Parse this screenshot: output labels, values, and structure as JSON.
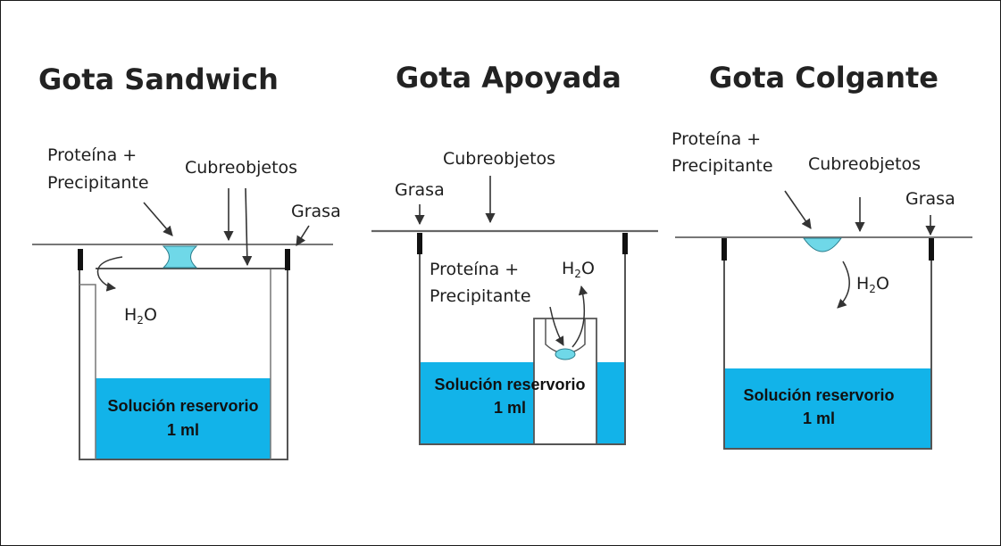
{
  "colors": {
    "solution": "#12B3E9",
    "drop": "#6FD8E8",
    "line": "#555555",
    "bold_line": "#111111"
  },
  "panels": [
    {
      "title": "Gota Sandwich",
      "labels": {
        "protein_line1": "Proteína +",
        "protein_line2": "Precipitante",
        "coverslip": "Cubreobjetos",
        "grease": "Grasa",
        "water_main": "H",
        "water_sub": "2",
        "water_end": "O"
      },
      "reservoir": {
        "line1": "Solución reservorio",
        "line2": "1 ml"
      }
    },
    {
      "title": "Gota Apoyada",
      "labels": {
        "coverslip": "Cubreobjetos",
        "grease": "Grasa",
        "protein_line1": "Proteína +",
        "protein_line2": "Precipitante",
        "water_main": "H",
        "water_sub": "2",
        "water_end": "O"
      },
      "reservoir": {
        "line1": "Solución reservorio",
        "line2": "1 ml"
      }
    },
    {
      "title": "Gota Colgante",
      "labels": {
        "protein_line1": "Proteína +",
        "protein_line2": "Precipitante",
        "coverslip": "Cubreobjetos",
        "grease": "Grasa",
        "water_main": "H",
        "water_sub": "2",
        "water_end": "O"
      },
      "reservoir": {
        "line1": "Solución reservorio",
        "line2": "1 ml"
      }
    }
  ]
}
